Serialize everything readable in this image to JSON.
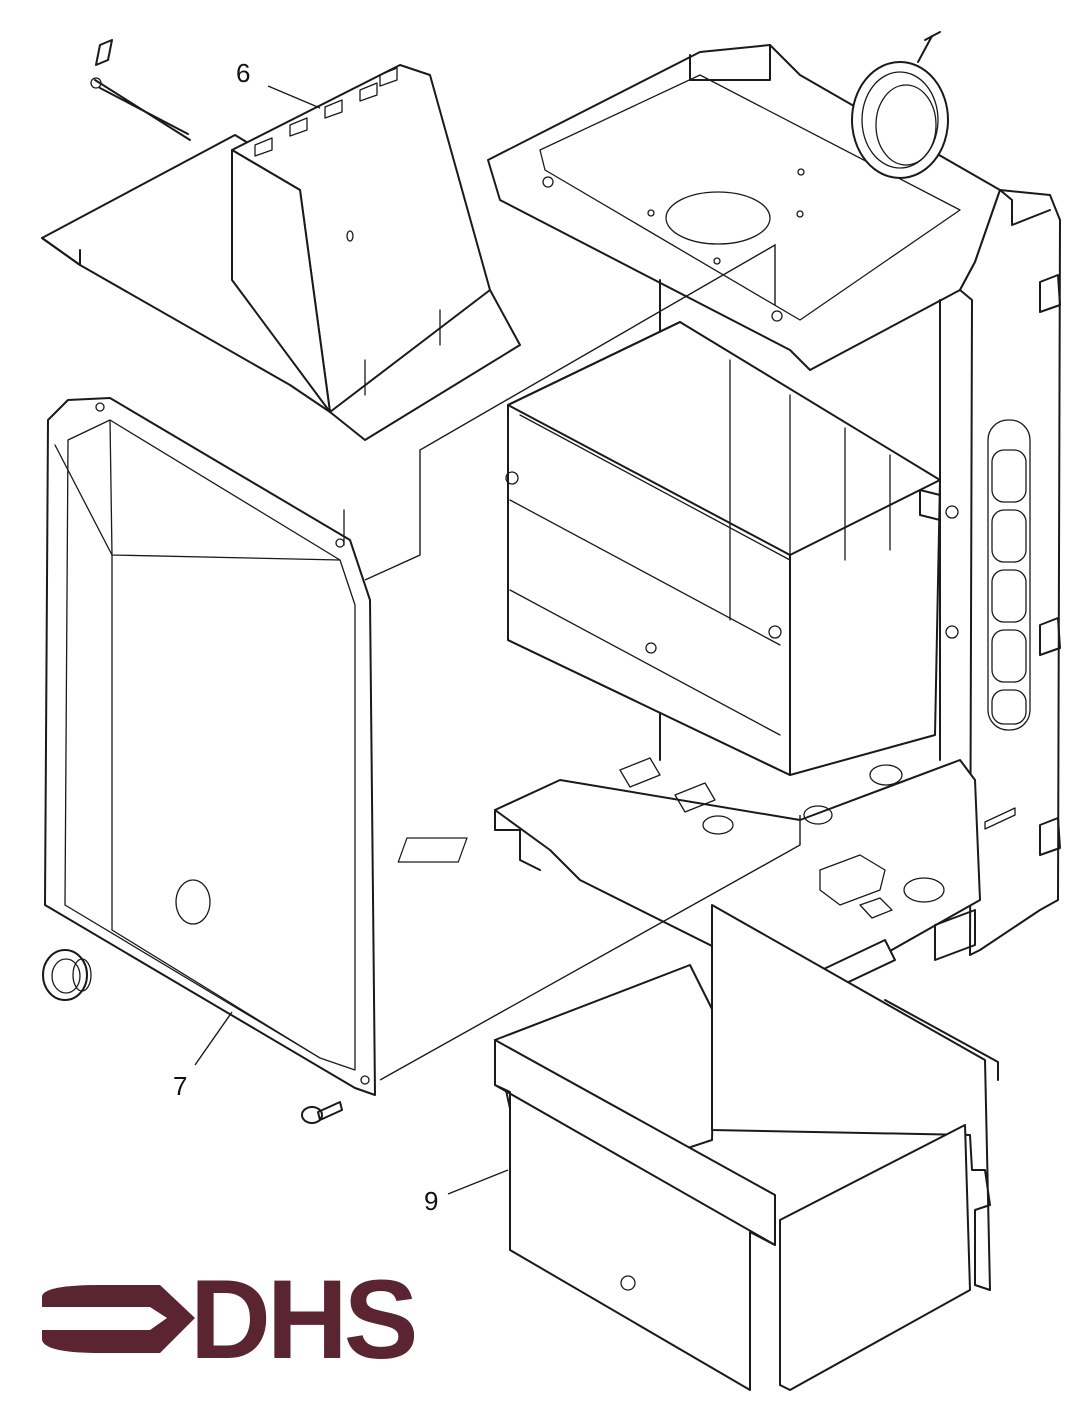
{
  "diagram": {
    "callouts": [
      {
        "id": "part-6",
        "label": "6"
      },
      {
        "id": "part-7",
        "label": "7"
      },
      {
        "id": "part-9",
        "label": "9"
      }
    ]
  },
  "logo": {
    "text": "DHS",
    "color": "#5a2430"
  }
}
